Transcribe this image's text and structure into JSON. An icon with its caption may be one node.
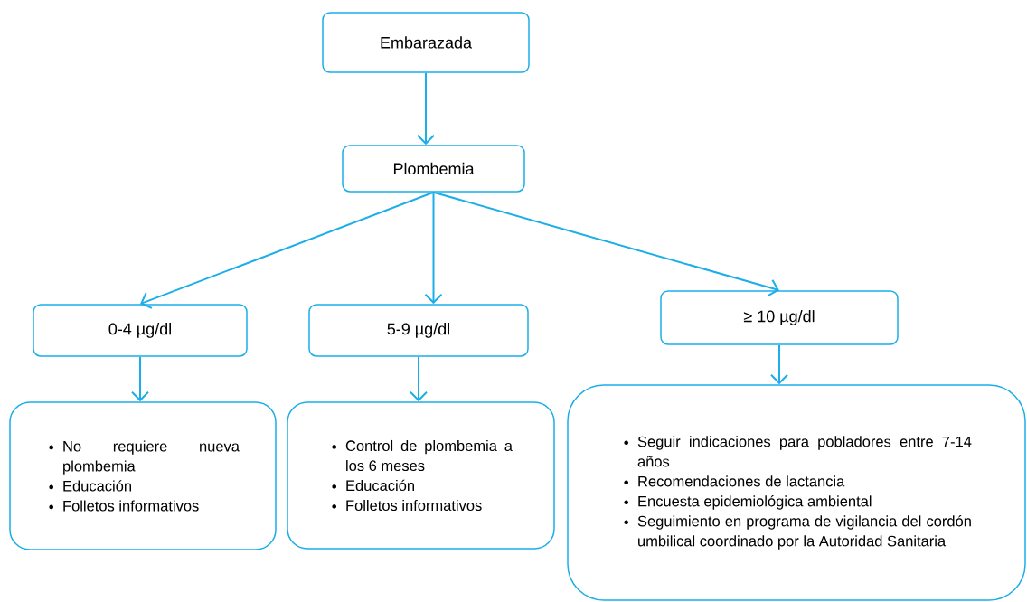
{
  "diagram": {
    "nodes": [
      {
        "text": [
          "Embarazada"
        ]
      },
      {
        "text": [
          "Plombemia"
        ]
      },
      {
        "text": [
          "0-4 µg/dl"
        ]
      },
      {
        "text": [
          "5-9 µg/dl"
        ]
      },
      {
        "text": [
          "≥ 10 µg/dl"
        ]
      },
      {
        "text": [
          "No requiere nueva plombemia",
          "Educación",
          "Folletos informativos"
        ]
      },
      {
        "text": [
          "Control de plombemia a los 6 meses",
          "Educación",
          "Folletos informativos"
        ]
      },
      {
        "text": [
          "Seguir indicaciones para pobladores entre 7-14 años",
          "Recomendaciones de lactancia",
          "Encuesta epidemiológica ambiental",
          "Seguimiento en programa de vigilancia del cordón umbilical coordinado por la Autoridad Sanitaria"
        ]
      }
    ],
    "edges": [
      {
        "from": 0,
        "to": 1,
        "arrow": "to"
      },
      {
        "from": 1,
        "to": 2,
        "arrow": "to"
      },
      {
        "from": 1,
        "to": 3,
        "arrow": "to"
      },
      {
        "from": 1,
        "to": 4,
        "arrow": "to"
      },
      {
        "from": 2,
        "to": 5,
        "arrow": "to"
      },
      {
        "from": 3,
        "to": 6,
        "arrow": "to"
      },
      {
        "from": 4,
        "to": 7,
        "arrow": "to"
      }
    ]
  }
}
